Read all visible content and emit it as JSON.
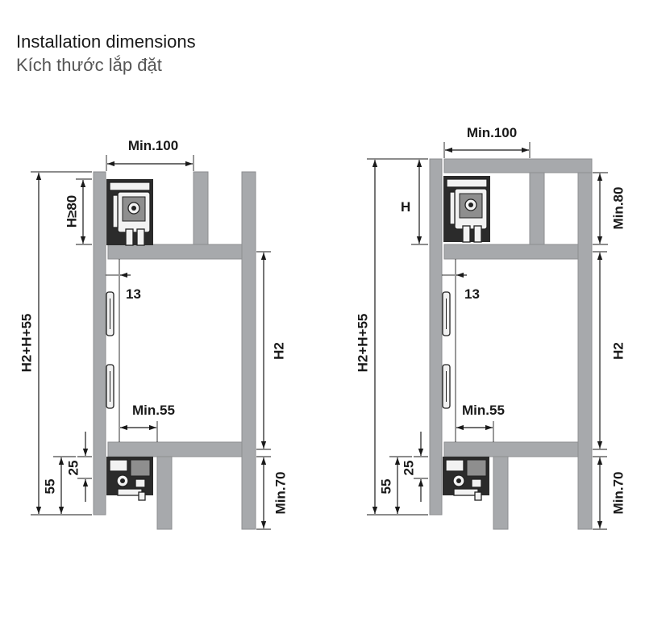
{
  "header": {
    "title": "Installation dimensions",
    "subtitle": "Kích thước lắp đặt"
  },
  "left_diagram": {
    "top_width": "Min.100",
    "top_height": "H≥80",
    "overall_height": "H2+H+55",
    "inset": "13",
    "cabinet_height": "H2",
    "bottom_clearance": "Min.55",
    "guide_offset": "25",
    "bottom_offset": "55",
    "base_height": "Min.70"
  },
  "right_diagram": {
    "top_width": "Min.100",
    "top_height": "H",
    "top_clearance": "Min.80",
    "overall_height": "H2+H+55",
    "inset": "13",
    "cabinet_height": "H2",
    "bottom_clearance": "Min.55",
    "guide_offset": "25",
    "bottom_offset": "55",
    "base_height": "Min.70"
  }
}
